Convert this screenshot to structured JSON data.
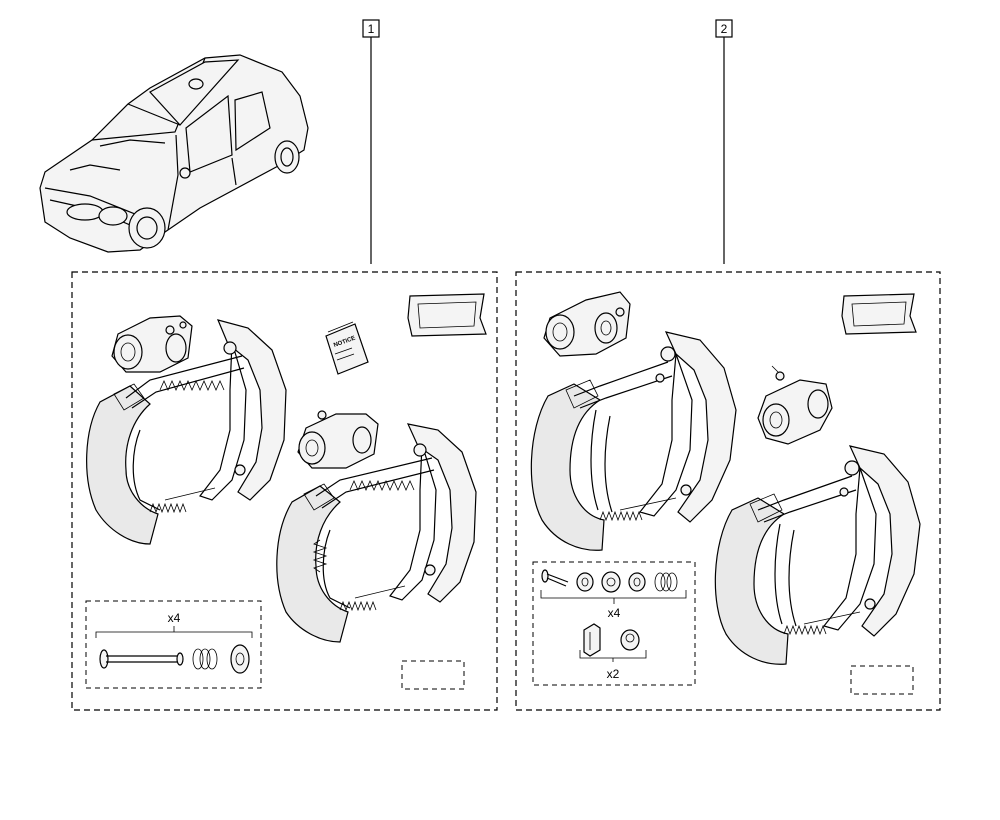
{
  "callouts": [
    {
      "number": "1"
    },
    {
      "number": "2"
    }
  ],
  "kit1": {
    "notice_label": "NOTICE",
    "hardware_qty": "x4"
  },
  "kit2": {
    "hardware_qty_a": "x4",
    "hardware_qty_b": "x2"
  }
}
